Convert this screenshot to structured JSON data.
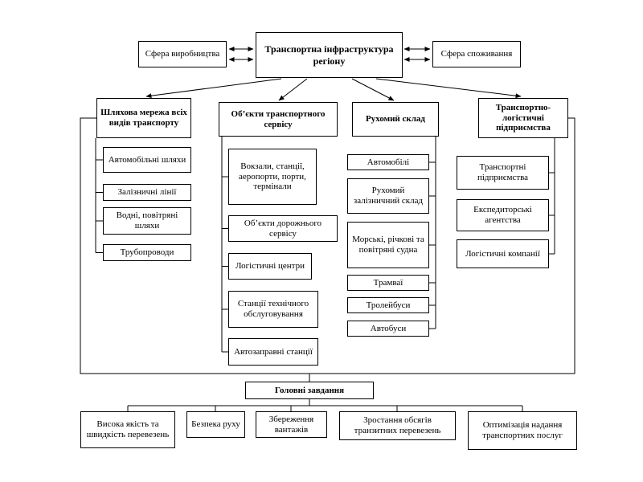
{
  "title_box": "Транспортна інфраструктура регіону",
  "left_box": "Сфера виробництва",
  "right_box": "Сфера споживання",
  "columns": [
    {
      "title": "Шляхова мережа всіх видів транспорту",
      "items": [
        "Автомобільні шляхи",
        "Залізничні лінії",
        "Водні, повітряні шляхи",
        "Трубопроводи"
      ]
    },
    {
      "title": "Об’єкти транспортного сервісу",
      "items": [
        "Вокзали, станції, аеропорти, порти, термінали",
        "Об’єкти дорожнього сервісу",
        "Логістичні центри",
        "Станції технічного обслуговування",
        "Автозаправні станції"
      ]
    },
    {
      "title": "Рухомий склад",
      "items": [
        "Автомобілі",
        "Рухомий залізничний склад",
        "Морські, річкові та повітряні судна",
        "Трамваї",
        "Тролейбуси",
        "Автобуси"
      ]
    },
    {
      "title": "Транспортно-логістичні підприємства",
      "items": [
        "Транспортні підприємства",
        "Експедиторські агентства",
        "Логістичні компанії"
      ]
    }
  ],
  "tasks_header": "Головні завдання",
  "tasks": [
    "Висока якість та швидкість перевезень",
    "Безпека руху",
    "Збереження вантажів",
    "Зростання обсягів транзитних перевезень",
    "Оптимізація надання транспортних послуг"
  ]
}
